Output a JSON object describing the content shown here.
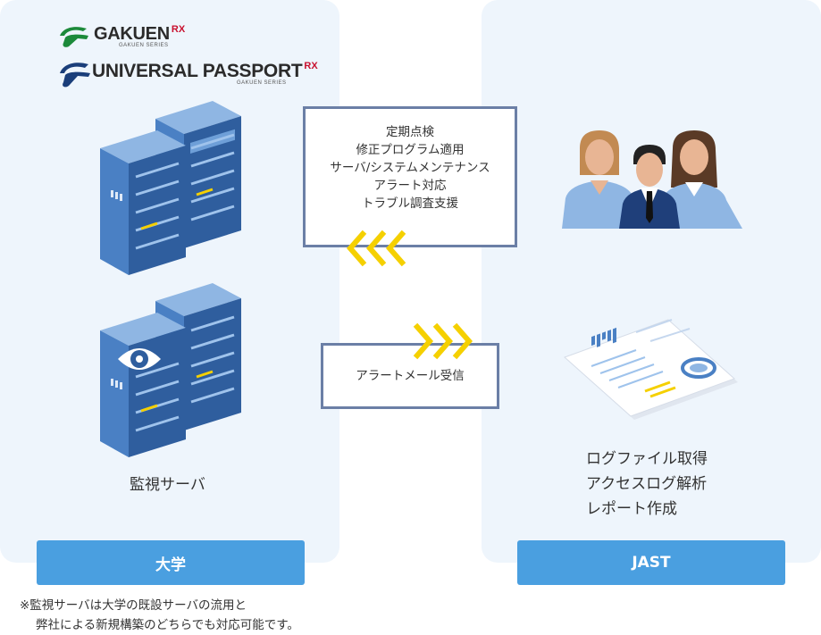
{
  "logos": {
    "gakuen": {
      "name": "GAKUEN",
      "suffix": "RX",
      "sub": "GAKUEN SERIES"
    },
    "universal_passport": {
      "name": "UNIVERSAL PASSPORT",
      "suffix": "RX",
      "sub": "GAKUEN SERIES"
    }
  },
  "university": {
    "server_caption": "監視サーバ",
    "label": "大学"
  },
  "jast": {
    "label": "JAST",
    "tasks": [
      "ログファイル取得",
      "アクセスログ解析",
      "レポート作成"
    ]
  },
  "flow_to_university": {
    "items": [
      "定期点検",
      "修正プログラム適用",
      "サーバ/システムメンテナンス",
      "アラート対応",
      "トラブル調査支援"
    ]
  },
  "flow_to_jast": {
    "items": [
      "アラートメール受信"
    ]
  },
  "footnote": {
    "line1": "※監視サーバは大学の既設サーバの流用と",
    "line2": "弊社による新規構築のどちらでも対応可能です。"
  },
  "colors": {
    "panel": "#eef5fc",
    "label_bar": "#4a9fe0",
    "box_border": "#6b7fa6",
    "arrow": "#f5d000",
    "server": "#3f6fb0"
  },
  "icons": [
    "server-rack-icon",
    "eye-icon",
    "people-icon",
    "report-document-icon",
    "chevron-arrow-icon"
  ]
}
